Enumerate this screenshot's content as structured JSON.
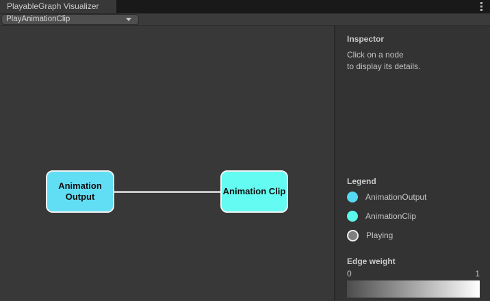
{
  "window": {
    "tab_title": "PlayableGraph Visualizer",
    "menu_icon": "kebab-menu"
  },
  "toolbar": {
    "graph_dropdown": {
      "value": "PlayAnimationClip"
    }
  },
  "graph": {
    "nodes": [
      {
        "label": "Animation Output",
        "color": "#62def4"
      },
      {
        "label": "Animation Clip",
        "color": "#64fbf2"
      }
    ],
    "edge": {
      "from": "Animation Output",
      "to": "Animation Clip",
      "color": "#cfcfcf"
    }
  },
  "inspector": {
    "title": "Inspector",
    "hint_line1": "Click on a node",
    "hint_line2": "to display its details.",
    "legend": {
      "title": "Legend",
      "items": [
        {
          "label": "AnimationOutput",
          "color": "#55d9f1"
        },
        {
          "label": "AnimationClip",
          "color": "#5bf9ec"
        },
        {
          "label": "Playing",
          "color": "#7f7f7f"
        }
      ]
    },
    "edge_weight": {
      "title": "Edge weight",
      "min": "0",
      "max": "1",
      "gradient_from": "#4c4c4c",
      "gradient_to": "#ffffff"
    }
  },
  "colors": {
    "tabbar_bg": "#191919",
    "tab_bg": "#383838",
    "toolbar_bg": "#3b3b3b",
    "canvas_bg": "#383838",
    "panel_bg": "#333333",
    "node_border": "#f2f2f2",
    "text_light": "#c4c4c4"
  }
}
